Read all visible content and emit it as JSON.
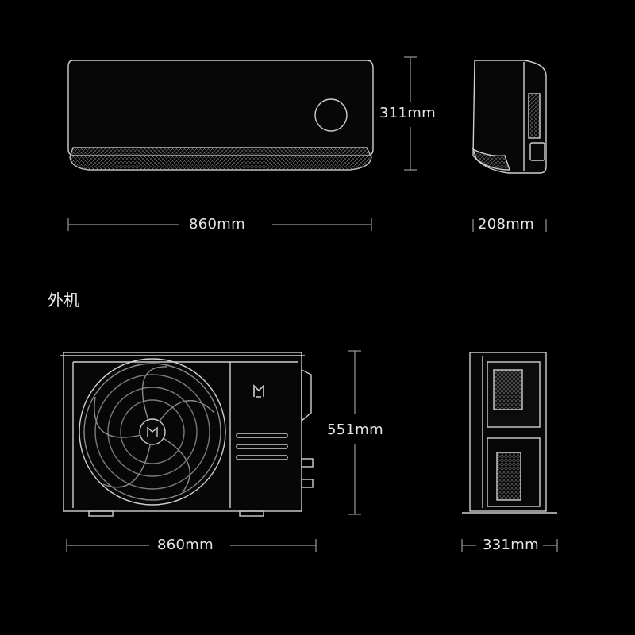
{
  "indoor": {
    "height_label": "311mm",
    "width_label": "860mm",
    "depth_label": "208mm"
  },
  "outdoor": {
    "section_title": "外机",
    "height_label": "551mm",
    "width_label": "860mm",
    "depth_label": "331mm"
  },
  "colors": {
    "background": "#000000",
    "line": "#d0d0d0",
    "dim_line": "#9a9a9a",
    "grill": "#5a5a5a"
  },
  "icons": {
    "brand_logo": "mi-home-logo-icon"
  }
}
